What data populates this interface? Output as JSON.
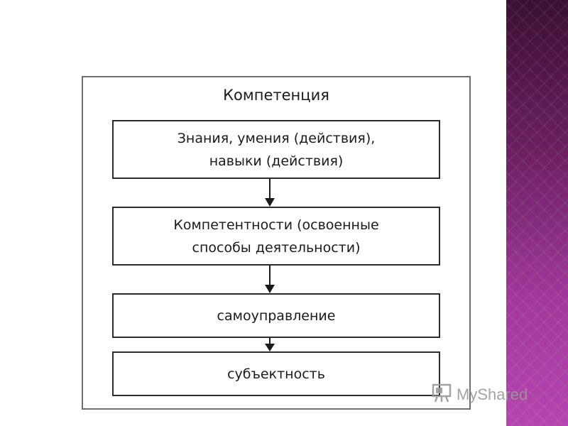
{
  "diagram": {
    "title": "Компетенция",
    "steps": [
      {
        "line1": "Знания, умения (действия),",
        "line2": "навыки (действия)"
      },
      {
        "line1": "Компетентности (освоенные",
        "line2": "способы деятельности)"
      },
      {
        "line1": "самоуправление"
      },
      {
        "line1": "субъектность"
      }
    ]
  },
  "watermark": {
    "text": "MyShared",
    "icon": "presentation-board-icon"
  },
  "colors": {
    "side_band_top": "#3b0f33",
    "side_band_bottom": "#b545ae",
    "frame_border": "#6e6e6e",
    "box_border": "#2b2b2b"
  }
}
